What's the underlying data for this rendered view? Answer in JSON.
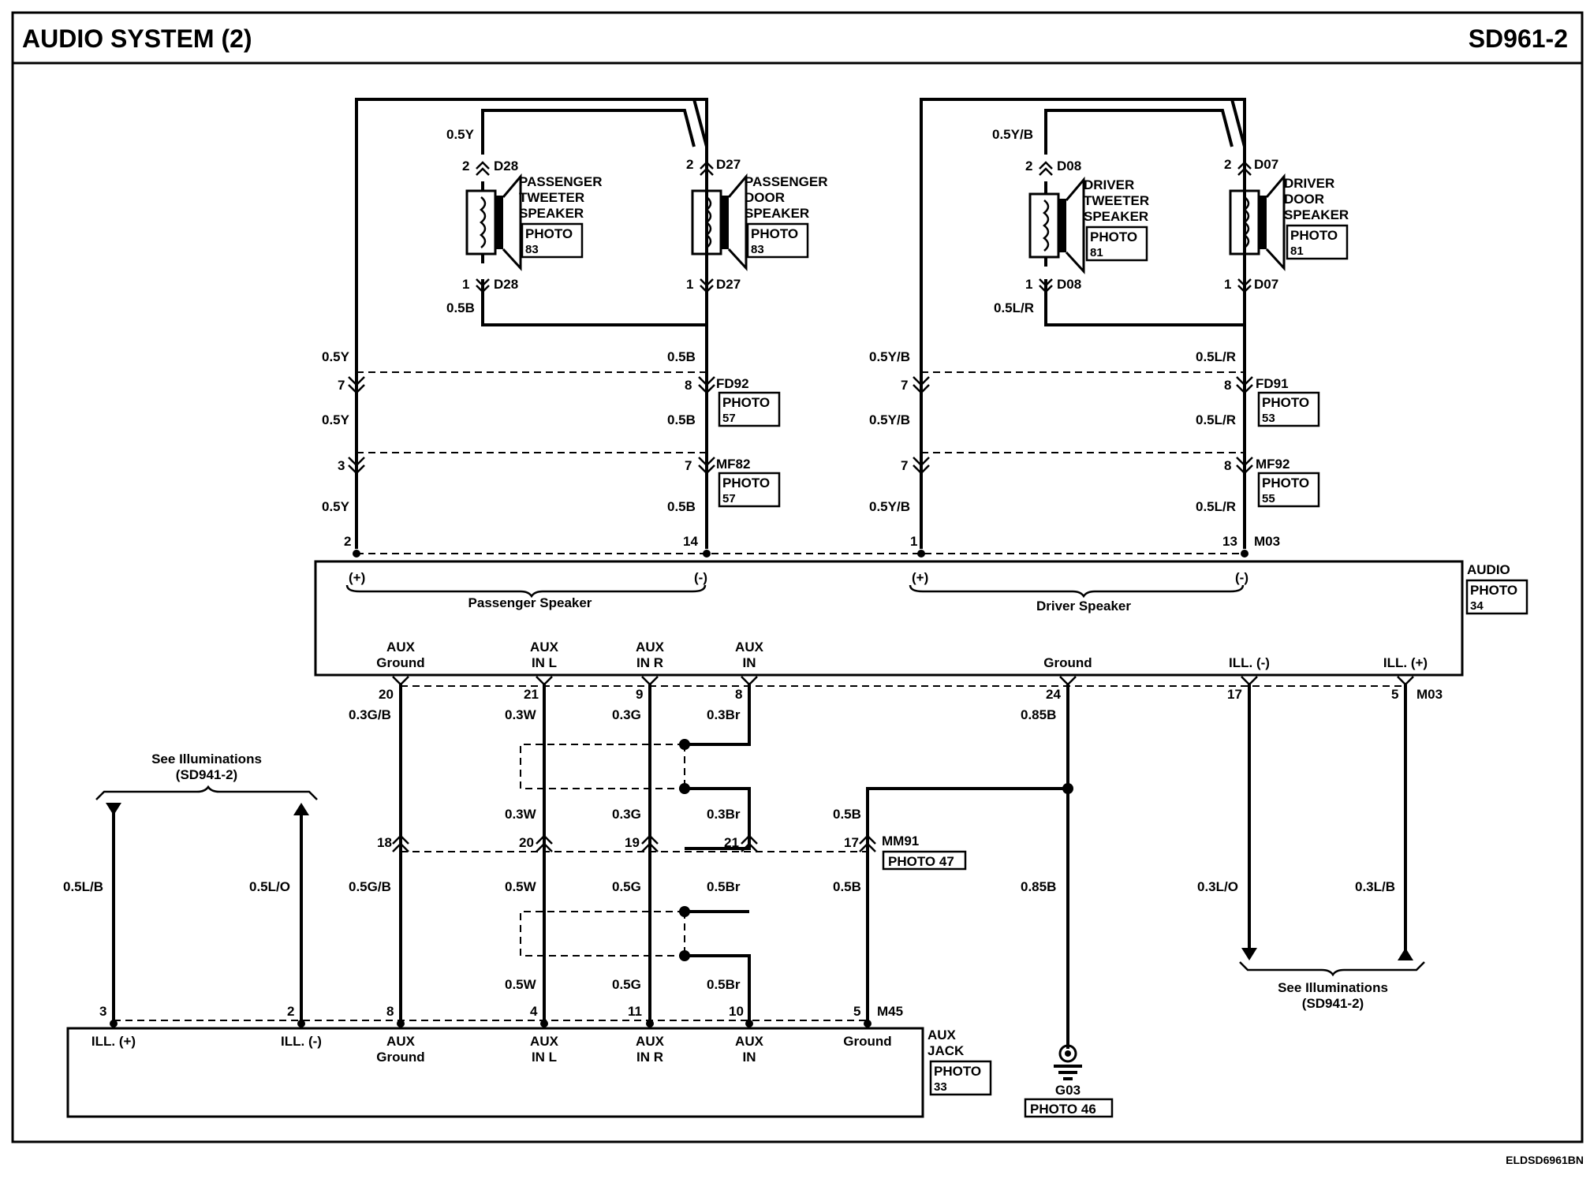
{
  "header": {
    "title": "AUDIO SYSTEM (2)",
    "code": "SD961-2"
  },
  "footer": {
    "code": "ELDSD6961BN"
  },
  "photos": {
    "label": "PHOTO",
    "p83a": "83",
    "p83b": "83",
    "p81a": "81",
    "p81b": "81",
    "fd92": "57",
    "mf82": "57",
    "fd91": "53",
    "mf92": "55",
    "audio": "34",
    "auxjack": "33",
    "mm91": "PHOTO 47",
    "g03": "PHOTO 46"
  },
  "speakers": {
    "passenger_tweeter": [
      "PASSENGER",
      "TWEETER",
      "SPEAKER"
    ],
    "passenger_door": [
      "PASSENGER",
      "DOOR",
      "SPEAKER"
    ],
    "driver_tweeter": [
      "DRIVER",
      "TWEETER",
      "SPEAKER"
    ],
    "driver_door": [
      "DRIVER",
      "DOOR",
      "SPEAKER"
    ]
  },
  "connectors": {
    "d28": "D28",
    "d27": "D27",
    "d08": "D08",
    "d07": "D07",
    "fd92": "FD92",
    "mf82": "MF82",
    "fd91": "FD91",
    "mf92": "MF92",
    "m03": "M03",
    "mm91": "MM91",
    "m45": "M45",
    "g03": "G03"
  },
  "wires": {
    "w05y": "0.5Y",
    "w05b": "0.5B",
    "w05yb": "0.5Y/B",
    "w05lr": "0.5L/R",
    "w03gb": "0.3G/B",
    "w03w": "0.3W",
    "w03g": "0.3G",
    "w03br": "0.3Br",
    "w05gb": "0.5G/B",
    "w05w": "0.5W",
    "w05g": "0.5G",
    "w05br": "0.5Br",
    "w085b": "0.85B",
    "w05lb": "0.5L/B",
    "w05lo": "0.5L/O",
    "w03lo": "0.3L/O",
    "w03lb": "0.3L/B"
  },
  "pins": {
    "p1": "1",
    "p2": "2",
    "p3": "3",
    "p4": "4",
    "p5": "5",
    "p7": "7",
    "p8": "8",
    "p9": "9",
    "p10": "10",
    "p11": "11",
    "p13": "13",
    "p14": "14",
    "p17": "17",
    "p18": "18",
    "p19": "19",
    "p20": "20",
    "p21": "21",
    "p24": "24"
  },
  "audio_unit": {
    "name": "AUDIO",
    "plus": "(+)",
    "minus": "(-)",
    "passenger_speaker": "Passenger Speaker",
    "driver_speaker": "Driver Speaker",
    "aux_ground": [
      "AUX",
      "Ground"
    ],
    "aux_in_l": [
      "AUX",
      "IN L"
    ],
    "aux_in_r": [
      "AUX",
      "IN R"
    ],
    "aux_in": [
      "AUX",
      "IN"
    ],
    "ground": "Ground",
    "ill_minus": "ILL. (-)",
    "ill_plus": "ILL. (+)"
  },
  "aux_jack": {
    "name": [
      "AUX",
      "JACK"
    ],
    "ill_plus": "ILL. (+)",
    "ill_minus": "ILL. (-)",
    "aux_ground": [
      "AUX",
      "Ground"
    ],
    "aux_in_l": [
      "AUX",
      "IN L"
    ],
    "aux_in_r": [
      "AUX",
      "IN R"
    ],
    "aux_in": [
      "AUX",
      "IN"
    ],
    "ground": "Ground"
  },
  "references": {
    "see_ill": "See Illuminations",
    "sd941": "(SD941-2)"
  }
}
